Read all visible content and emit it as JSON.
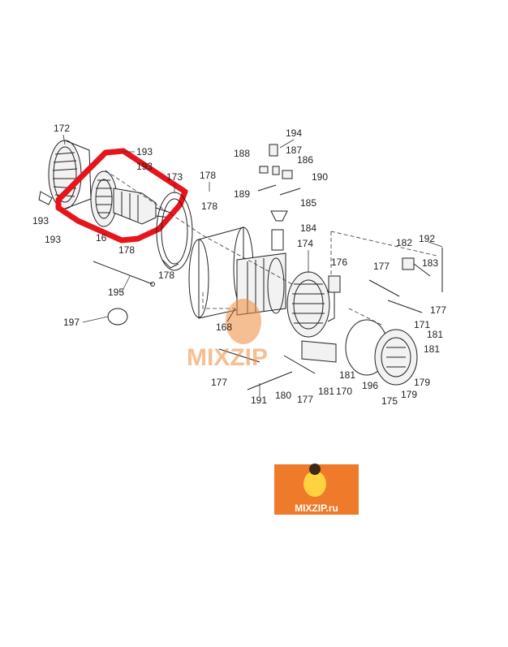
{
  "watermark": {
    "center_text": "MIXZIP",
    "badge_text": "MIXZIP.ru",
    "color": "#f08a3c",
    "badge_bg": "#ee7a2a"
  },
  "highlight_color": "#e8141c",
  "callouts": [
    {
      "key": "c172",
      "text": "172"
    },
    {
      "key": "c193a",
      "text": "193"
    },
    {
      "key": "c193b",
      "text": "193"
    },
    {
      "key": "c193c",
      "text": "193"
    },
    {
      "key": "c193d",
      "text": "193"
    },
    {
      "key": "c173",
      "text": "173"
    },
    {
      "key": "c178a",
      "text": "178"
    },
    {
      "key": "c178b",
      "text": "178"
    },
    {
      "key": "c178c",
      "text": "178"
    },
    {
      "key": "c178d",
      "text": "178"
    },
    {
      "key": "c16",
      "text": "16"
    },
    {
      "key": "c195",
      "text": "195"
    },
    {
      "key": "c197",
      "text": "197"
    },
    {
      "key": "c194",
      "text": "194"
    },
    {
      "key": "c188",
      "text": "188"
    },
    {
      "key": "c187",
      "text": "187"
    },
    {
      "key": "c186",
      "text": "186"
    },
    {
      "key": "c190",
      "text": "190"
    },
    {
      "key": "c189",
      "text": "189"
    },
    {
      "key": "c185",
      "text": "185"
    },
    {
      "key": "c184",
      "text": "184"
    },
    {
      "key": "c174",
      "text": "174"
    },
    {
      "key": "c176",
      "text": "176"
    },
    {
      "key": "c177a",
      "text": "177"
    },
    {
      "key": "c177b",
      "text": "177"
    },
    {
      "key": "c177c",
      "text": "177"
    },
    {
      "key": "c177d",
      "text": "177"
    },
    {
      "key": "c182",
      "text": "182"
    },
    {
      "key": "c192",
      "text": "192"
    },
    {
      "key": "c183",
      "text": "183"
    },
    {
      "key": "c171",
      "text": "171"
    },
    {
      "key": "c181a",
      "text": "181"
    },
    {
      "key": "c181b",
      "text": "181"
    },
    {
      "key": "c181c",
      "text": "181"
    },
    {
      "key": "c181d",
      "text": "181"
    },
    {
      "key": "c168",
      "text": "168"
    },
    {
      "key": "c196",
      "text": "196"
    },
    {
      "key": "c175",
      "text": "175"
    },
    {
      "key": "c179a",
      "text": "179"
    },
    {
      "key": "c179b",
      "text": "179"
    },
    {
      "key": "c170",
      "text": "170"
    },
    {
      "key": "c180",
      "text": "180"
    },
    {
      "key": "c191",
      "text": "191"
    }
  ]
}
